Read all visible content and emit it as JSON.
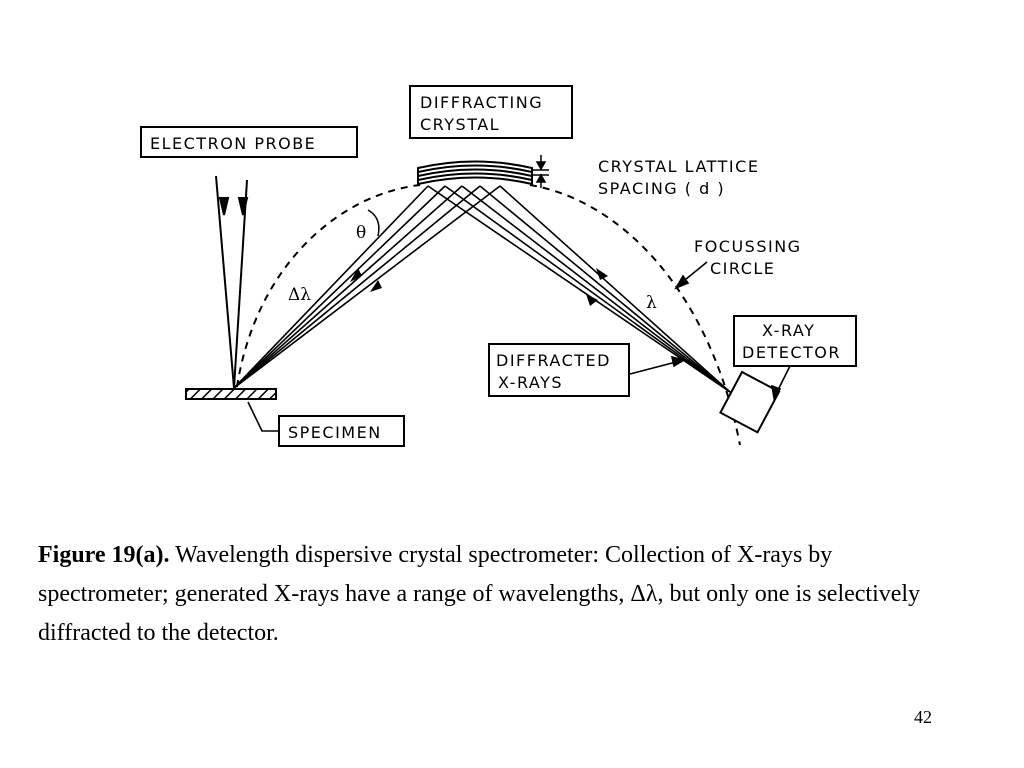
{
  "diagram": {
    "labels": {
      "electron_probe": "ELECTRON PROBE",
      "diffracting_crystal_line1": "DIFFRACTING",
      "diffracting_crystal_line2": "CRYSTAL",
      "lattice_line1": "CRYSTAL LATTICE",
      "lattice_line2": "SPACING ( d )",
      "focussing_line1": "FOCUSSING",
      "focussing_line2": "CIRCLE",
      "detector_line1": "X-RAY",
      "detector_line2": "DETECTOR",
      "diffracted_line1": "DIFFRACTED",
      "diffracted_line2": "X-RAYS",
      "specimen": "SPECIMEN",
      "theta": "θ",
      "delta_lambda": "Δλ",
      "lambda": "λ"
    }
  },
  "caption": {
    "lead": "Figure 19(a).",
    "text": " Wavelength dispersive crystal spectrometer: Collection of X-rays by spectrometer; generated X-rays have a range of wavelengths, Δλ, but only one is selectively diffracted to the detector."
  },
  "page_number": "42"
}
